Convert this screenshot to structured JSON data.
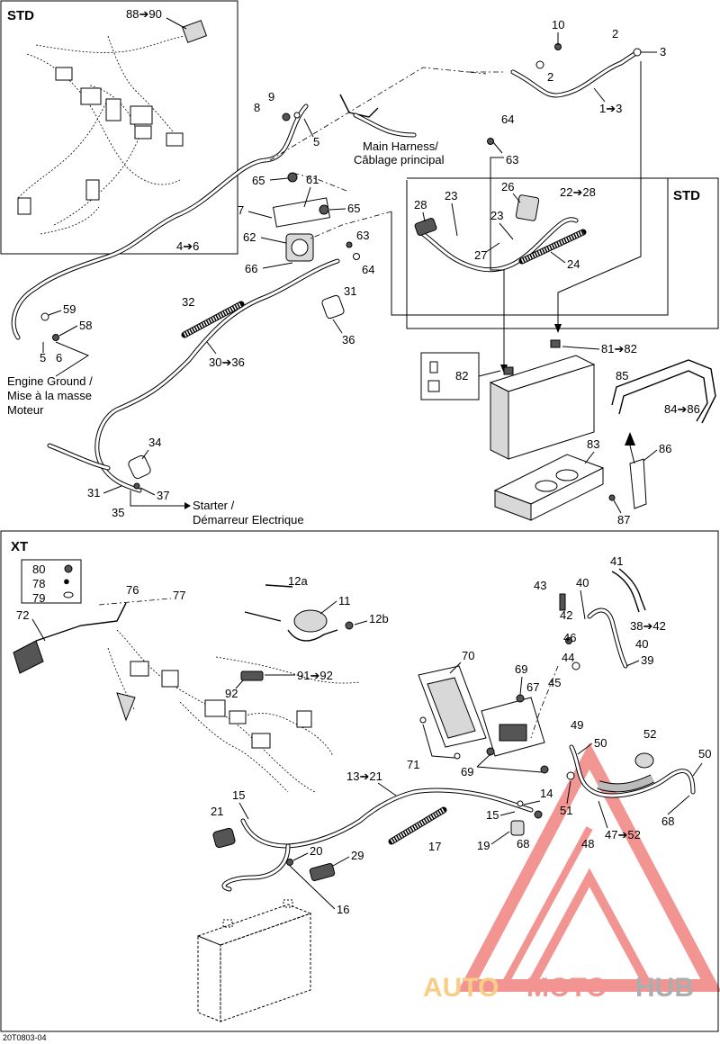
{
  "sections": {
    "std_harness": "STD",
    "std_battery": "STD",
    "xt": "XT"
  },
  "callouts": {
    "c88_90": "88➔90",
    "c10": "10",
    "c2a": "2",
    "c3": "3",
    "c2b": "2",
    "c1_3": "1➔3",
    "c9": "9",
    "c8": "8",
    "c5a": "5",
    "c64a": "64",
    "c63a": "63",
    "c65a": "65",
    "c61": "61",
    "c7": "7",
    "c65b": "65",
    "c62": "62",
    "c63b": "63",
    "c66": "66",
    "c64b": "64",
    "c31a": "31",
    "c36": "36",
    "c4_6": "4➔6",
    "c32": "32",
    "c30_36": "30➔36",
    "c59": "59",
    "c58": "58",
    "c5b": "5",
    "c6": "6",
    "c34": "34",
    "c31b": "31",
    "c37": "37",
    "c35": "35",
    "c26": "26",
    "c22_28": "22➔28",
    "c28": "28",
    "c23a": "23",
    "c23b": "23",
    "c27": "27",
    "c24": "24",
    "c81_82": "81➔82",
    "c82": "82",
    "c85": "85",
    "c84_86": "84➔86",
    "c83": "83",
    "c86": "86",
    "c87": "87",
    "c80": "80",
    "c78": "78",
    "c79": "79",
    "c76": "76",
    "c77": "77",
    "c72": "72",
    "c12a": "12a",
    "c11": "11",
    "c12b": "12b",
    "c91_92": "91➔92",
    "c92": "92",
    "c41": "41",
    "c43": "43",
    "c40a": "40",
    "c42": "42",
    "c38_42": "38➔42",
    "c46": "46",
    "c40b": "40",
    "c44": "44",
    "c39": "39",
    "c45": "45",
    "c70": "70",
    "c69a": "69",
    "c67": "67",
    "c71": "71",
    "c69b": "69",
    "c49": "49",
    "c50a": "50",
    "c52": "52",
    "c50b": "50",
    "c13_21": "13➔21",
    "c14": "14",
    "c15a": "15",
    "c51": "51",
    "c68a": "68",
    "c15b": "15",
    "c48": "48",
    "c47_52": "47➔52",
    "c19": "19",
    "c68b": "68",
    "c21": "21",
    "c17": "17",
    "c20": "20",
    "c29": "29",
    "c16": "16"
  },
  "notes": {
    "main_harness_1": "Main Harness/",
    "main_harness_2": "Câblage principal",
    "engine_ground_1": "Engine Ground /",
    "engine_ground_2": "Mise à la masse",
    "engine_ground_3": "Moteur",
    "starter_1": "Starter /",
    "starter_2": "Démarreur Electrique"
  },
  "figure_code": "20T0803-04",
  "watermark": {
    "auto": "AUTO",
    "moto": "MOTO",
    "hub": "HUB",
    "color_auto": "#f5a623",
    "color_moto": "#e8403a",
    "color_hub": "#6b6b6b",
    "logo_color": "#e8403a"
  }
}
